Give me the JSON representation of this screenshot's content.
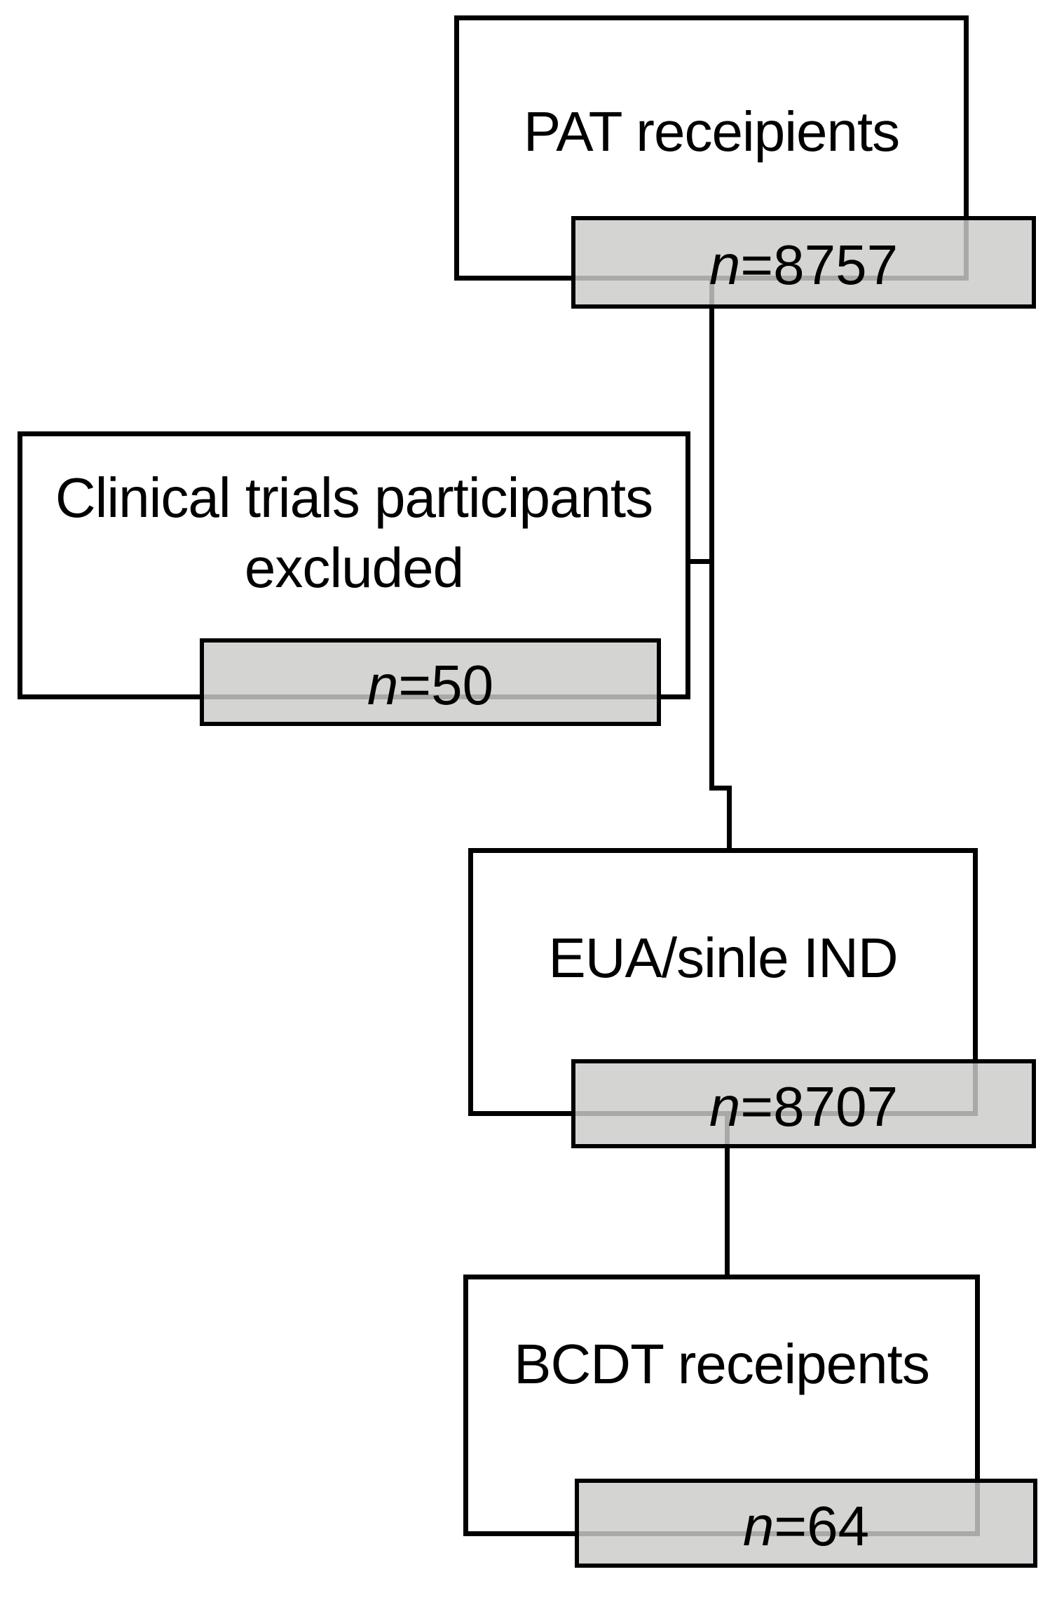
{
  "diagram": {
    "background": "#ffffff",
    "colors": {
      "box_border": "#000000",
      "badge_fill": "#d4d6d2",
      "text": "#000000"
    },
    "nodes": [
      {
        "label": "PAT receipients",
        "n_symbol": "n",
        "n_text": "=8757"
      },
      {
        "label": "Clinical trials participants\nexcluded",
        "n_symbol": "n",
        "n_text": "=50"
      },
      {
        "label": "EUA/sinle IND",
        "n_symbol": "n",
        "n_text": "=8707"
      },
      {
        "label": "BCDT receipents",
        "n_symbol": "n",
        "n_text": "=64"
      }
    ]
  }
}
